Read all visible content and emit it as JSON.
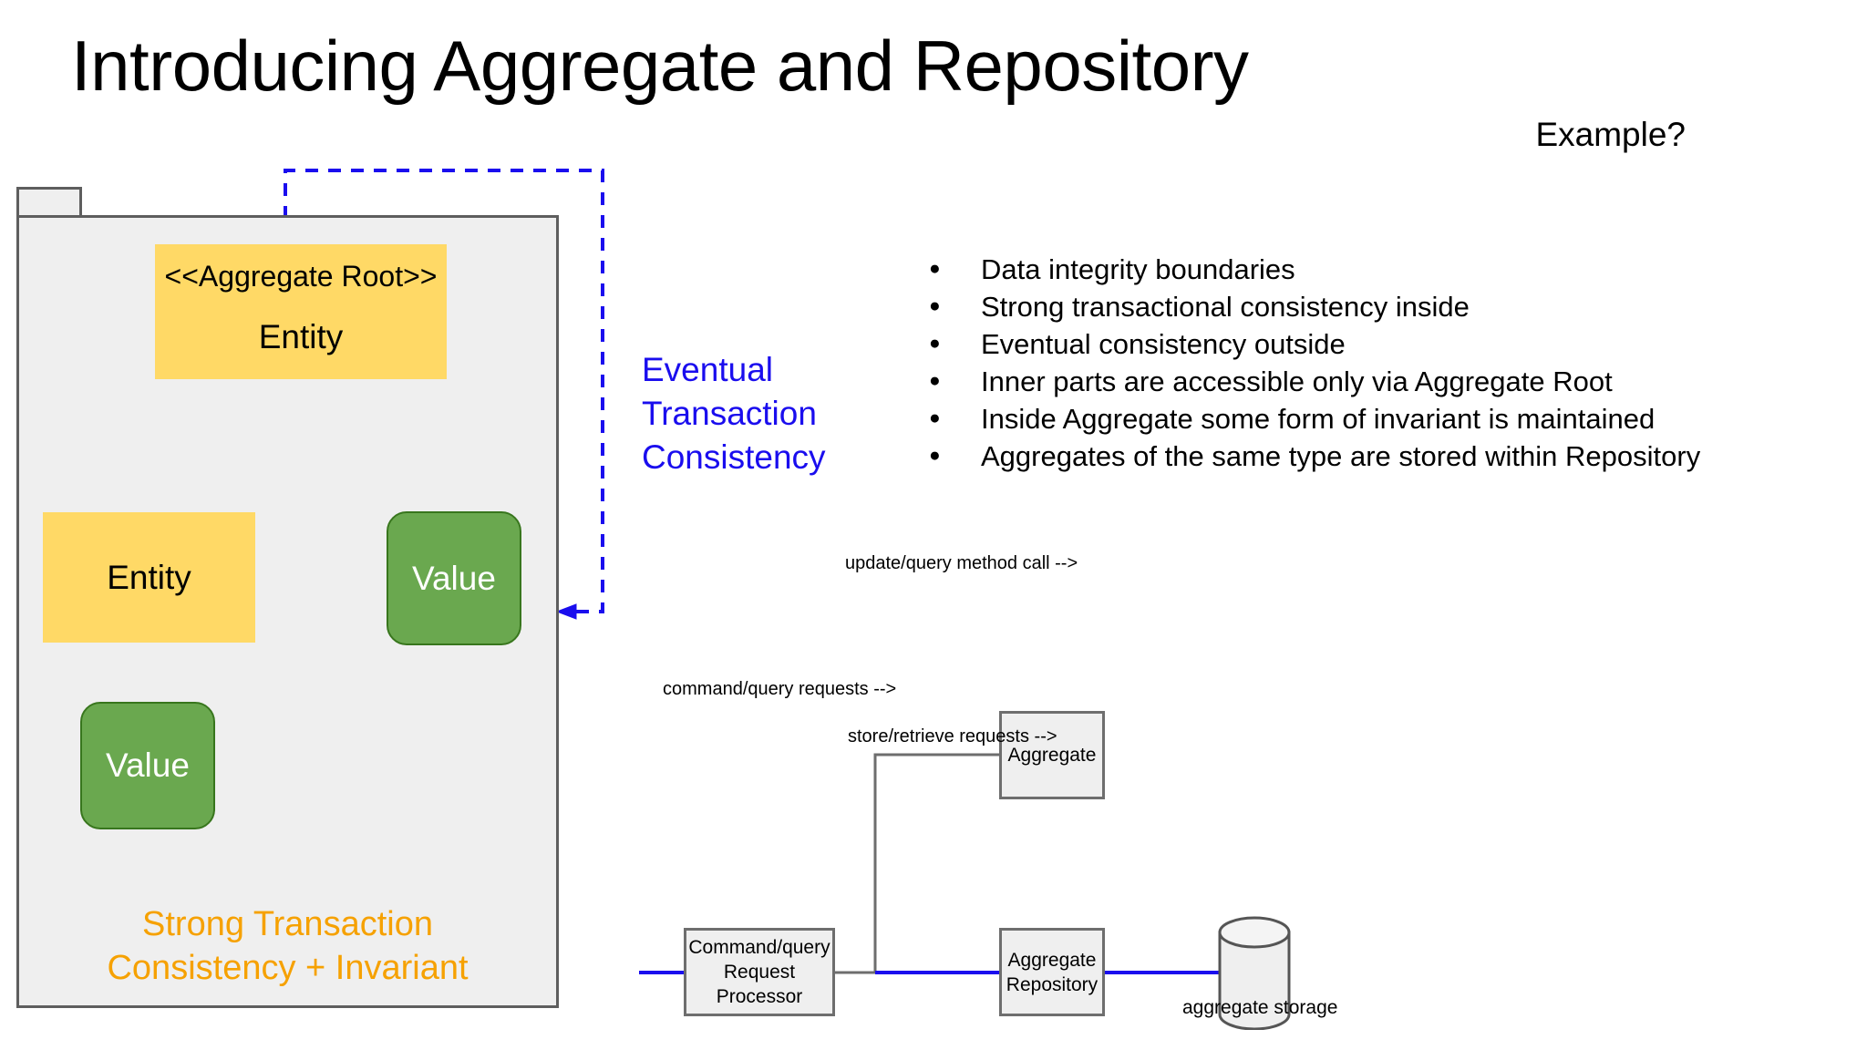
{
  "slide": {
    "title": "Introducing Aggregate and Repository",
    "example_label": "Example?"
  },
  "colors": {
    "entity_fill": "#FFD966",
    "value_fill": "#6AA84F",
    "package_fill": "#EFEFEF",
    "package_stroke": "#5E5E5E",
    "eventual_text": "#1A0DEE",
    "strong_consistency_text": "#F6A100",
    "dashed_boundary": "#1A0DEE",
    "arch_line": "#1A0DEE"
  },
  "aggregate_package": {
    "root": {
      "stereotype": "<<Aggregate Root>>",
      "name": "Entity"
    },
    "children": [
      {
        "name": "Entity",
        "kind": "entity"
      },
      {
        "name": "Value",
        "kind": "value"
      }
    ],
    "grandchild": {
      "name": "Value",
      "kind": "value"
    },
    "caption_lines": [
      "Strong Transaction",
      "Consistency + Invariant"
    ]
  },
  "eventual_consistency": {
    "lines": [
      "Eventual",
      "Transaction",
      "Consistency"
    ]
  },
  "bullets": {
    "marker": "●",
    "items": [
      "Data integrity boundaries",
      "Strong transactional consistency inside",
      "Eventual consistency outside",
      "Inner parts are accessible only via Aggregate Root",
      "Inside Aggregate some form of invariant is maintained",
      "Aggregates of the same type are stored within Repository"
    ]
  },
  "architecture": {
    "boxes": {
      "command_processor": {
        "line1": "Command/query",
        "line2": "Request Processor"
      },
      "aggregate": {
        "line1": "Aggregate"
      },
      "aggregate_repository": {
        "line1": "Aggregate",
        "line2": "Repository"
      }
    },
    "edge_labels": {
      "command_query_requests": "command/query requests -->",
      "update_query_method_call": "update/query method call -->",
      "store_retrieve_requests": "store/retrieve requests -->"
    },
    "storage_label": "aggregate storage"
  }
}
